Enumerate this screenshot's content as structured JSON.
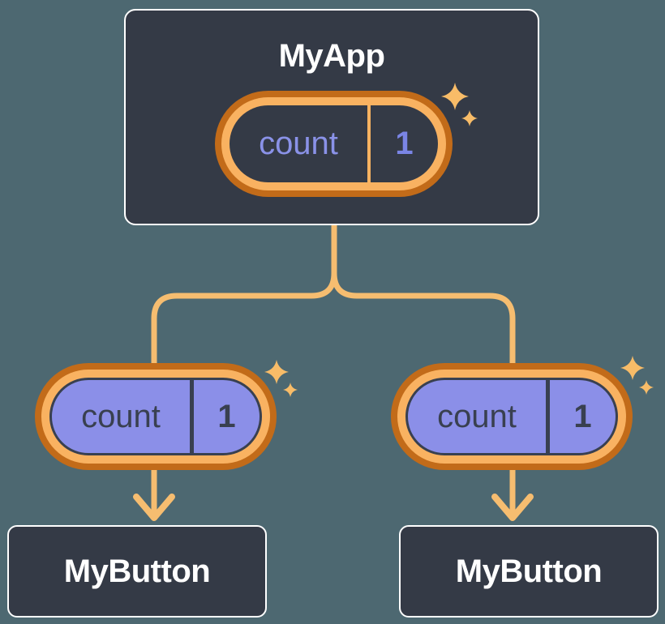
{
  "diagram": {
    "root": {
      "title": "MyApp",
      "state": {
        "name": "count",
        "value": "1"
      }
    },
    "children": [
      {
        "title": "MyButton",
        "state": {
          "name": "count",
          "value": "1"
        }
      },
      {
        "title": "MyButton",
        "state": {
          "name": "count",
          "value": "1"
        }
      }
    ]
  },
  "icons": {
    "sparkle": "four-point star (state-updated highlight)"
  },
  "colors": {
    "background": "#4D6871",
    "node_fill": "#343A46",
    "node_border": "#FFFFFF",
    "node_text": "#FFFFFF",
    "pill_ring_outer": "#C26B19",
    "pill_ring_inner": "#F9B261",
    "pill_fill_child": "#8B8FE8",
    "pill_outline_child": "#394050",
    "state_name_root": "#8A92E8",
    "state_value_root": "#7A85E5",
    "state_text_child": "#394050",
    "connector": "#F6BD70",
    "sparkle": "#F8BC68"
  }
}
